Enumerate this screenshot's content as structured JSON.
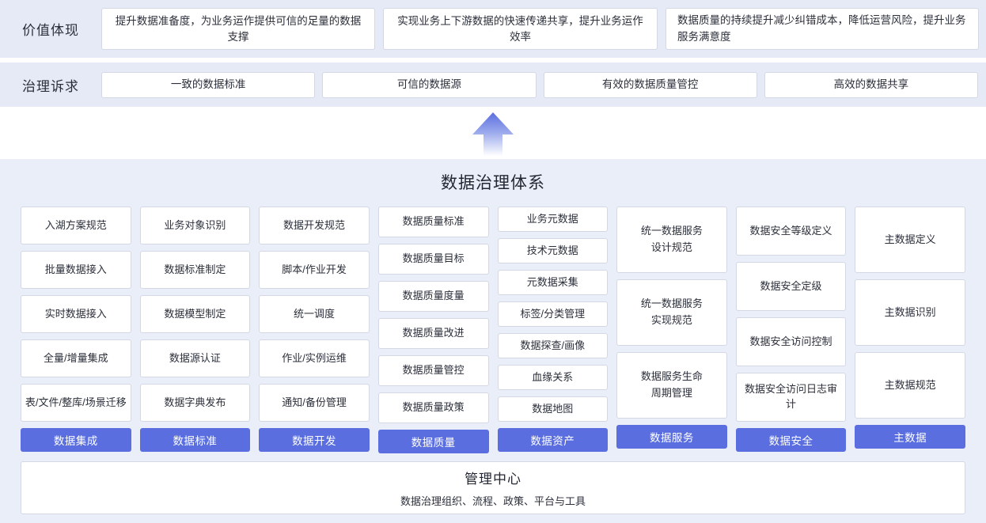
{
  "value_section": {
    "label": "价值体现",
    "cards": [
      "提升数据准备度，为业务运作提供可信的足量的数据支撑",
      "实现业务上下游数据的快速传递共享，提升业务运作效率",
      "数据质量的持续提升减少纠错成本，降低运营风险，提升业务服务满意度"
    ]
  },
  "governance_section": {
    "label": "治理诉求",
    "cards": [
      "一致的数据标准",
      "可信的数据源",
      "有效的数据质量管控",
      "高效的数据共享"
    ]
  },
  "arrow": {
    "icon": "up-arrow-icon",
    "color_top": "#5a6ee0",
    "color_bottom": "#ffffff"
  },
  "main_section": {
    "title": "数据治理体系",
    "accent_color": "#5a6ee0",
    "columns": [
      {
        "footer": "数据集成",
        "items": [
          "入湖方案规范",
          "批量数据接入",
          "实时数据接入",
          "全量/增量集成",
          "表/文件/整库/场景迁移"
        ]
      },
      {
        "footer": "数据标准",
        "items": [
          "业务对象识别",
          "数据标准制定",
          "数据模型制定",
          "数据源认证",
          "数据字典发布"
        ]
      },
      {
        "footer": "数据开发",
        "items": [
          "数据开发规范",
          "脚本/作业开发",
          "统一调度",
          "作业/实例运维",
          "通知/备份管理"
        ]
      },
      {
        "footer": "数据质量",
        "items": [
          "数据质量标准",
          "数据质量目标",
          "数据质量度量",
          "数据质量改进",
          "数据质量管控",
          "数据质量政策"
        ]
      },
      {
        "footer": "数据资产",
        "items": [
          "业务元数据",
          "技术元数据",
          "元数据采集",
          "标签/分类管理",
          "数据探查/画像",
          "血缘关系",
          "数据地图"
        ]
      },
      {
        "footer": "数据服务",
        "items": [
          "统一数据服务\n设计规范",
          "统一数据服务\n实现规范",
          "数据服务生命\n周期管理"
        ]
      },
      {
        "footer": "数据安全",
        "items": [
          "数据安全等级定义",
          "数据安全定级",
          "数据安全访问控制",
          "数据安全访问日志审计"
        ]
      },
      {
        "footer": "主数据",
        "items": [
          "主数据定义",
          "主数据识别",
          "主数据规范"
        ]
      }
    ]
  },
  "management_center": {
    "title": "管理中心",
    "subtitle": "数据治理组织、流程、政策、平台与工具"
  }
}
